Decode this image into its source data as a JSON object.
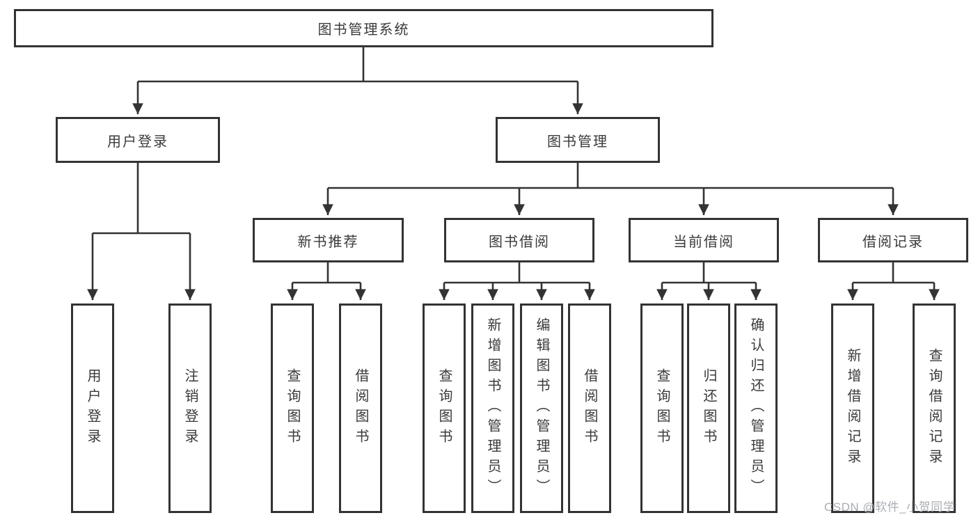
{
  "diagram": {
    "root": "图书管理系统",
    "branches": {
      "user_login": {
        "label": "用户登录",
        "children": [
          "用户登录",
          "注销登录"
        ]
      },
      "book_mgmt": {
        "label": "图书管理",
        "groups": {
          "new_book": {
            "label": "新书推荐",
            "children": [
              "查询图书",
              "借阅图书"
            ]
          },
          "book_borrow": {
            "label": "图书借阅",
            "children": [
              "查询图书",
              "新增图书（管理员）",
              "编辑图书（管理员）",
              "借阅图书"
            ]
          },
          "current_borrow": {
            "label": "当前借阅",
            "children": [
              "查询图书",
              "归还图书",
              "确认归还（管理员）"
            ]
          },
          "borrow_record": {
            "label": "借阅记录",
            "children": [
              "新增借阅记录",
              "查询借阅记录"
            ]
          }
        }
      }
    }
  },
  "watermark": "CSDN @软件_小贺同学",
  "colors": {
    "line": "#333333",
    "box_border": "#333333",
    "text": "#3a3a3a",
    "watermark": "#a9adb3",
    "background": "#ffffff"
  }
}
